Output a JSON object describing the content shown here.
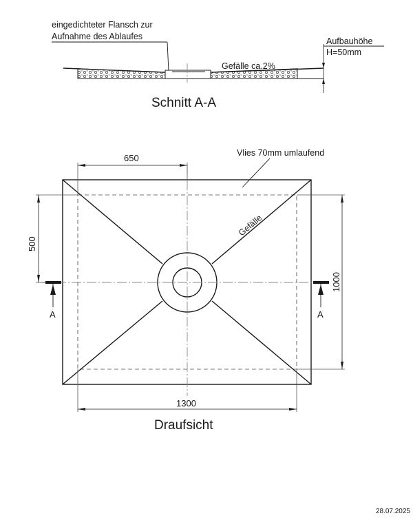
{
  "section": {
    "callout_line1": "eingedichteter Flansch zur",
    "callout_line2": "Aufnahme des Ablaufes",
    "slope_label": "Gefälle ca.2%",
    "height_label_line1": "Aufbauhöhe",
    "height_label_line2": "H=50mm",
    "title": "Schnitt A-A"
  },
  "plan": {
    "fleece_label": "Vlies 70mm umlaufend",
    "slope_label": "Gefälle",
    "dim_top": "650",
    "dim_left": "500",
    "dim_right": "1000",
    "dim_bottom": "1300",
    "section_marker_left": "A",
    "section_marker_right": "A",
    "title": "Draufsicht"
  },
  "footer": {
    "date": "28.07.2025"
  },
  "colors": {
    "line": "#1a1a1a",
    "dashed": "#777777",
    "background": "#ffffff"
  }
}
